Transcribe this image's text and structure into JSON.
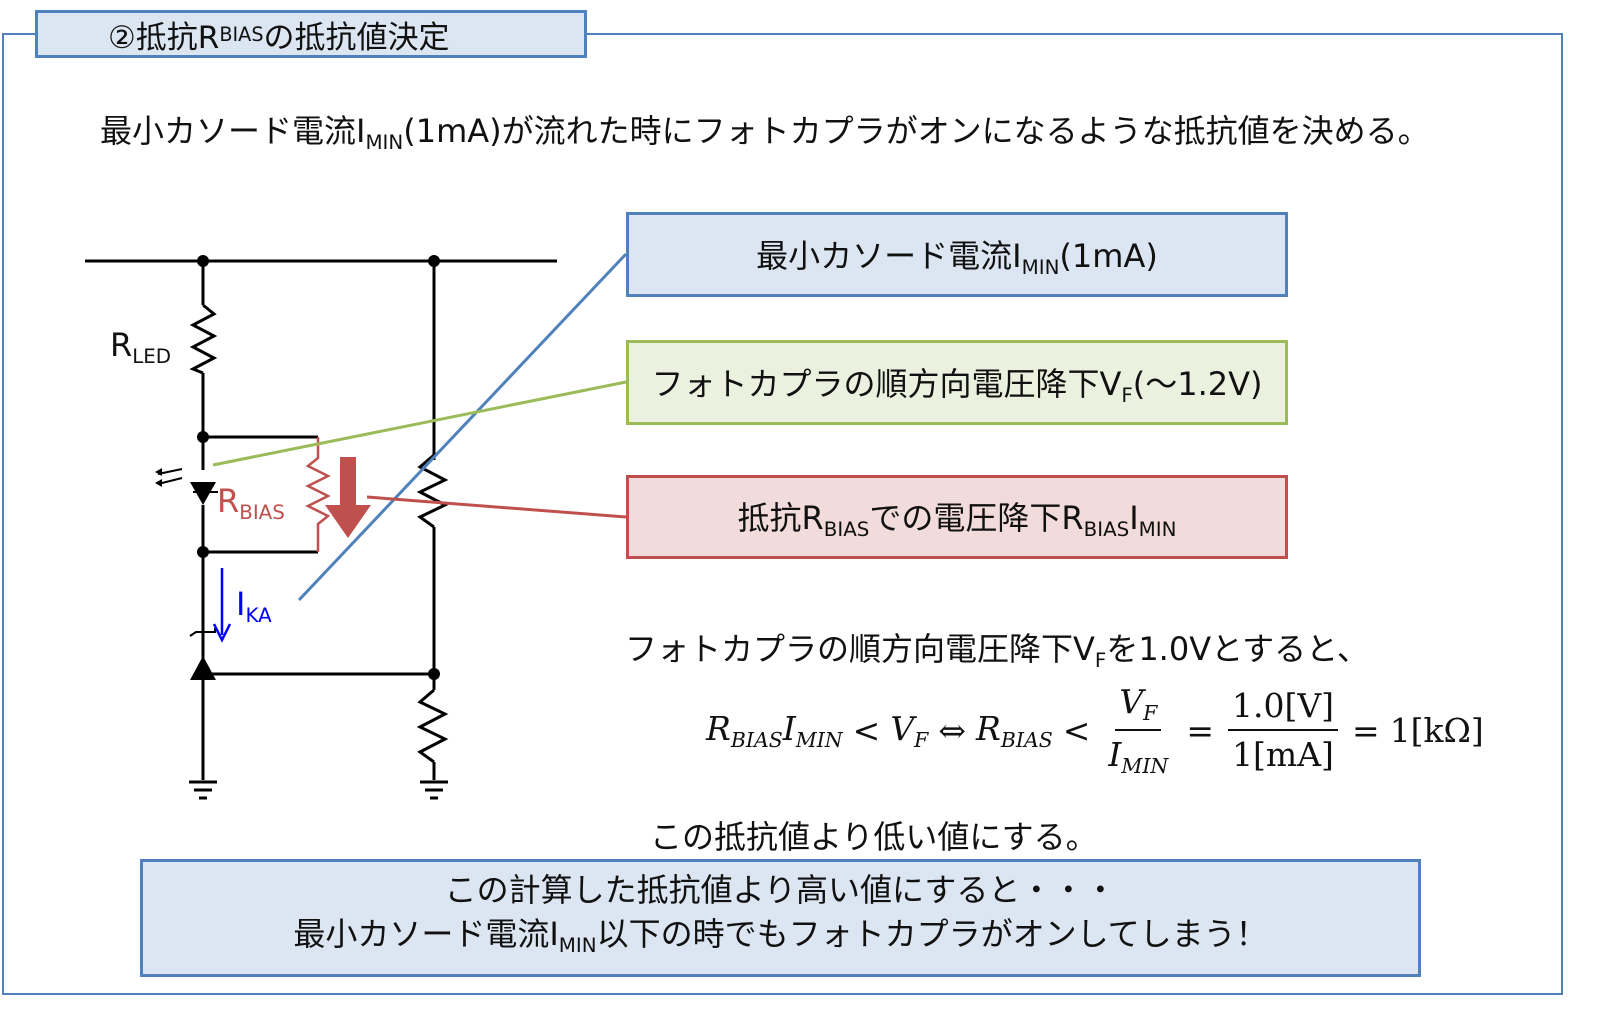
{
  "title": {
    "prefix": "②抵抗R",
    "sub": "BIAS",
    "suffix": "の抵抗値決定"
  },
  "intro": {
    "a": "最小カソード電流I",
    "sub": "MIN",
    "b": "(1mA)が流れた時にフォトカプラがオンになるような抵抗値を決める。"
  },
  "callouts": {
    "imin": {
      "a": "最小カソード電流I",
      "sub": "MIN",
      "b": "(1mA)"
    },
    "vf": {
      "a": "フォトカプラの順方向電圧降下V",
      "sub": "F",
      "b": "(～1.2V)"
    },
    "rbias": {
      "a": "抵抗R",
      "sub1": "BIAS",
      "b": "での電圧降下R",
      "sub2": "BIAS",
      "c": "I",
      "sub3": "MIN"
    }
  },
  "circuit": {
    "r_led": {
      "main": "R",
      "sub": "LED"
    },
    "r_bias": {
      "main": "R",
      "sub": "BIAS"
    },
    "i_ka": {
      "main": "I",
      "sub": "KA"
    }
  },
  "assumption": {
    "a": "フォトカプラの順方向電圧降下V",
    "sub": "F",
    "b": "を1.0Vとすると、"
  },
  "formula": {
    "lhs": "R",
    "lhs_sub1": "BIAS",
    "lhs2": "I",
    "lhs_sub2": "MIN",
    "lt1": "<",
    "vf": "V",
    "vf_sub": "F",
    "iff": "⇔",
    "r": "R",
    "r_sub": "BIAS",
    "lt2": "<",
    "frac1_num": "V",
    "frac1_num_sub": "F",
    "frac1_den": "I",
    "frac1_den_sub": "MIN",
    "eq1": "=",
    "frac2_num": "1.0[V]",
    "frac2_den": "1[mA]",
    "eq2": "=",
    "result": "1[kΩ]"
  },
  "conclusion": "この抵抗値より低い値にする。",
  "warning": {
    "line1": "この計算した抵抗値より高い値にすると・・・",
    "line2a": "最小カソード電流I",
    "line2sub": "MIN",
    "line2b": "以下の時でもフォトカプラがオンしてしまう！"
  },
  "colors": {
    "blue": "#4f81bd",
    "green": "#9bbb59",
    "red": "#c0504d",
    "current": "#0000ff"
  }
}
